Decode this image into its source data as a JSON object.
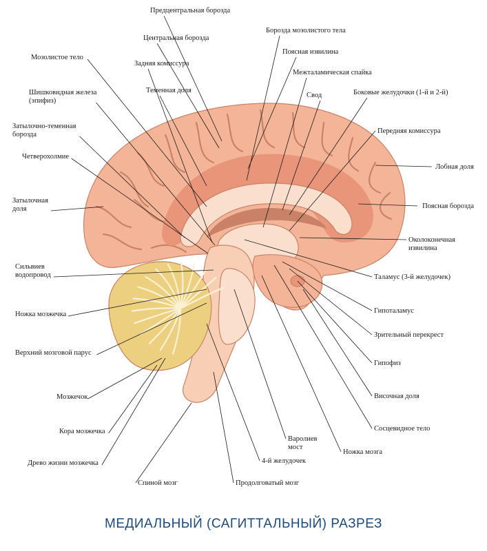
{
  "title": "МЕДИАЛЬНЫЙ (САГИТТАЛЬНЫЙ) РАЗРЕЗ",
  "colors": {
    "cortex": "#f3b497",
    "cortex_dark": "#e8957a",
    "white_matter": "#fadfcc",
    "brainstem": "#f8cfb4",
    "cerebellum": "#ecd07f",
    "cerebellum_tree": "#fbf1d3",
    "outline": "#c98267",
    "title": "#1c4a7a"
  },
  "labels": [
    {
      "id": "precentral-sulcus",
      "lines": [
        "Предцентральная борозда"
      ]
    },
    {
      "id": "central-sulcus",
      "lines": [
        "Центральная борозда"
      ]
    },
    {
      "id": "callosal-sulcus",
      "lines": [
        "Борозда мозолистого тела"
      ]
    },
    {
      "id": "corpus-callosum",
      "lines": [
        "Мозолистое тело"
      ]
    },
    {
      "id": "cingulate-gyrus",
      "lines": [
        "Поясная извилина"
      ]
    },
    {
      "id": "posterior-commissure",
      "lines": [
        "Задняя комиссура"
      ]
    },
    {
      "id": "interthalamic-adhesion",
      "lines": [
        "Межталамическая спайка"
      ]
    },
    {
      "id": "pineal-gland",
      "lines": [
        "Шишковидная железа",
        "(эпифиз)"
      ]
    },
    {
      "id": "parietal-lobe",
      "lines": [
        "Теменная доля"
      ]
    },
    {
      "id": "fornix",
      "lines": [
        "Свод"
      ]
    },
    {
      "id": "lateral-ventricles",
      "lines": [
        "Боковые желудочки (1-й и 2-й)"
      ]
    },
    {
      "id": "parieto-occipital-sulcus",
      "lines": [
        "Затылочно-теменная",
        "борозда"
      ]
    },
    {
      "id": "anterior-commissure",
      "lines": [
        "Передняя комиссура"
      ]
    },
    {
      "id": "quadrigeminal",
      "lines": [
        "Четверохолмие"
      ]
    },
    {
      "id": "frontal-lobe",
      "lines": [
        "Лобная доля"
      ]
    },
    {
      "id": "occipital-lobe",
      "lines": [
        "Затылочная",
        "доля"
      ]
    },
    {
      "id": "cingulate-sulcus",
      "lines": [
        "Поясная борозда"
      ]
    },
    {
      "id": "paraterminal-gyrus",
      "lines": [
        "Околоконечная",
        "извилина"
      ]
    },
    {
      "id": "sylvian-aqueduct",
      "lines": [
        "Сильвиев",
        "водопровод"
      ]
    },
    {
      "id": "thalamus",
      "lines": [
        "Таламус (3-й желудочек)"
      ]
    },
    {
      "id": "cerebellar-peduncle",
      "lines": [
        "Ножка мозжечка"
      ]
    },
    {
      "id": "hypothalamus",
      "lines": [
        "Гипоталамус"
      ]
    },
    {
      "id": "optic-chiasm",
      "lines": [
        "Зрительный перекрест"
      ]
    },
    {
      "id": "superior-medullary-velum",
      "lines": [
        "Верхний мозговой парус"
      ]
    },
    {
      "id": "pituitary",
      "lines": [
        "Гипофиз"
      ]
    },
    {
      "id": "cerebellum",
      "lines": [
        "Мозжечок"
      ]
    },
    {
      "id": "temporal-lobe",
      "lines": [
        "Височная доля"
      ]
    },
    {
      "id": "mammillary-body",
      "lines": [
        "Сосцевидное тело"
      ]
    },
    {
      "id": "cerebellar-cortex",
      "lines": [
        "Кора мозжечка"
      ]
    },
    {
      "id": "pons",
      "lines": [
        "Варолиев",
        "мост"
      ]
    },
    {
      "id": "cerebral-peduncle",
      "lines": [
        "Ножка мозга"
      ]
    },
    {
      "id": "arbor-vitae",
      "lines": [
        "Древо жизни мозжечка"
      ]
    },
    {
      "id": "fourth-ventricle",
      "lines": [
        "4-й желудочек"
      ]
    },
    {
      "id": "spinal-cord",
      "lines": [
        "Спиной мозг"
      ]
    },
    {
      "id": "medulla",
      "lines": [
        "Продолговатый мозг"
      ]
    }
  ]
}
